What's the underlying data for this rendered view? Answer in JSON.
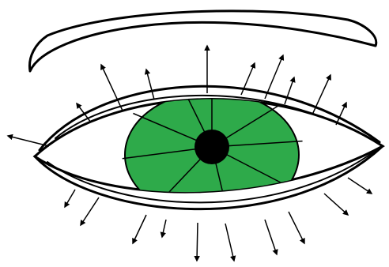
{
  "diagram": {
    "type": "eye-illustration",
    "colors": {
      "iris": "#2eaa4a",
      "pupil": "#000000",
      "line": "#000000",
      "sclera": "#ffffff",
      "background": "#ffffff"
    },
    "parts": [
      "eyebrow",
      "upper-eyelid",
      "lower-eyelid",
      "sclera",
      "iris",
      "iris-segments",
      "pupil",
      "upper-eyelashes",
      "lower-eyelashes"
    ],
    "iris_segment_count": 8,
    "upper_eyelash_count": 10,
    "lower_eyelash_count": 10
  }
}
